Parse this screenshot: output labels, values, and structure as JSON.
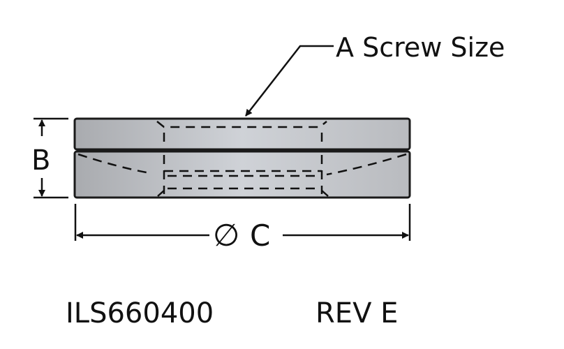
{
  "labels": {
    "screw_size": "A Screw Size",
    "height": "B",
    "diameter_symbol": "∅",
    "diameter": "C",
    "part_number": "ILS660400",
    "revision": "REV E"
  },
  "colors": {
    "body_fill": "#c4c6cb",
    "outline": "#1a1a1a"
  }
}
